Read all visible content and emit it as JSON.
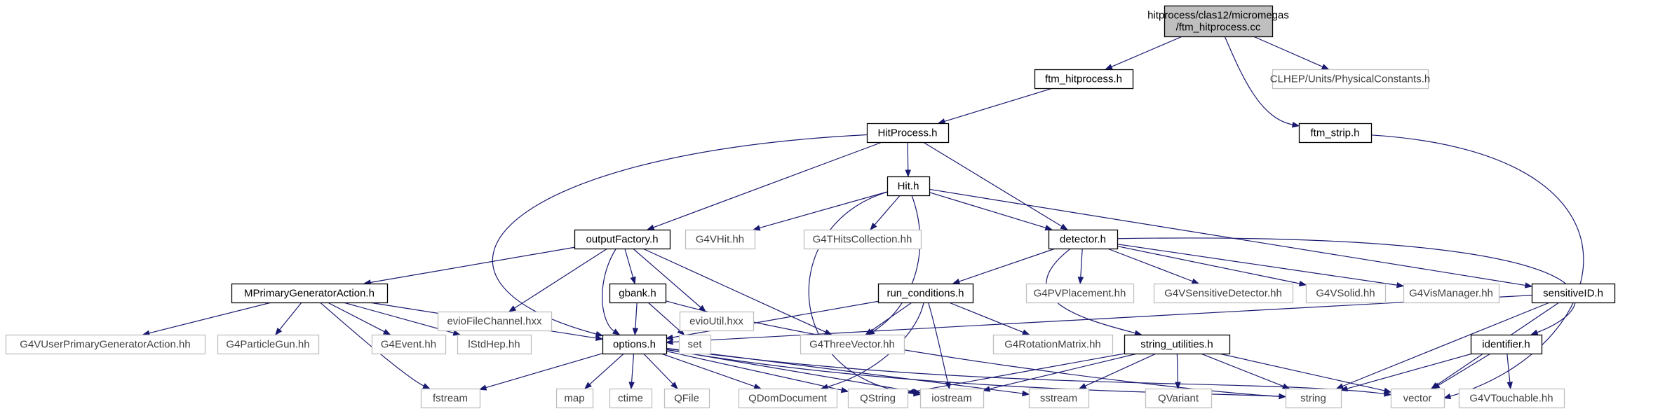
{
  "diagram": {
    "type": "include-dependency-graph",
    "colors": {
      "edge": "#191970",
      "root_fill": "#bfbfbf",
      "node_border": "#000000",
      "external_border": "#bfbfbf",
      "node_text": "#000000",
      "external_text": "#404040"
    },
    "nodes": [
      {
        "id": "root",
        "lines": [
          "hitprocess/clas12/micromegas",
          "/ftm_hitprocess.cc"
        ],
        "kind": "root"
      },
      {
        "id": "ftm_hitprocess_h",
        "lines": [
          "ftm_hitprocess.h"
        ],
        "kind": "local"
      },
      {
        "id": "clhep_units",
        "lines": [
          "CLHEP/Units/PhysicalConstants.h"
        ],
        "kind": "external"
      },
      {
        "id": "ftm_strip_h",
        "lines": [
          "ftm_strip.h"
        ],
        "kind": "local"
      },
      {
        "id": "hitprocess_h",
        "lines": [
          "HitProcess.h"
        ],
        "kind": "local"
      },
      {
        "id": "hit_h",
        "lines": [
          "Hit.h"
        ],
        "kind": "local"
      },
      {
        "id": "outputfactory_h",
        "lines": [
          "outputFactory.h"
        ],
        "kind": "local"
      },
      {
        "id": "g4vhit_hh",
        "lines": [
          "G4VHit.hh"
        ],
        "kind": "external"
      },
      {
        "id": "g4thitscollection_hh",
        "lines": [
          "G4THitsCollection.hh"
        ],
        "kind": "external"
      },
      {
        "id": "detector_h",
        "lines": [
          "detector.h"
        ],
        "kind": "local"
      },
      {
        "id": "mprimarygeneratoraction_h",
        "lines": [
          "MPrimaryGeneratorAction.h"
        ],
        "kind": "local"
      },
      {
        "id": "gbank_h",
        "lines": [
          "gbank.h"
        ],
        "kind": "local"
      },
      {
        "id": "eviofilechannel_hxx",
        "lines": [
          "evioFileChannel.hxx"
        ],
        "kind": "external"
      },
      {
        "id": "evioutil_hxx",
        "lines": [
          "evioUtil.hxx"
        ],
        "kind": "external"
      },
      {
        "id": "run_conditions_h",
        "lines": [
          "run_conditions.h"
        ],
        "kind": "local"
      },
      {
        "id": "g4pvplacement_hh",
        "lines": [
          "G4PVPlacement.hh"
        ],
        "kind": "external"
      },
      {
        "id": "g4vsensitivedetector_hh",
        "lines": [
          "G4VSensitiveDetector.hh"
        ],
        "kind": "external"
      },
      {
        "id": "g4vsolid_hh",
        "lines": [
          "G4VSolid.hh"
        ],
        "kind": "external"
      },
      {
        "id": "g4vismanager_hh",
        "lines": [
          "G4VisManager.hh"
        ],
        "kind": "external"
      },
      {
        "id": "sensitiveid_h",
        "lines": [
          "sensitiveID.h"
        ],
        "kind": "local"
      },
      {
        "id": "g4vuserprimarygeneratoraction_hh",
        "lines": [
          "G4VUserPrimaryGeneratorAction.hh"
        ],
        "kind": "external"
      },
      {
        "id": "g4particlegun_hh",
        "lines": [
          "G4ParticleGun.hh"
        ],
        "kind": "external"
      },
      {
        "id": "g4event_hh",
        "lines": [
          "G4Event.hh"
        ],
        "kind": "external"
      },
      {
        "id": "lstdhep_hh",
        "lines": [
          "lStdHep.hh"
        ],
        "kind": "external"
      },
      {
        "id": "options_h",
        "lines": [
          "options.h"
        ],
        "kind": "local"
      },
      {
        "id": "set",
        "lines": [
          "set"
        ],
        "kind": "external"
      },
      {
        "id": "g4threevector_hh",
        "lines": [
          "G4ThreeVector.hh"
        ],
        "kind": "external"
      },
      {
        "id": "g4rotationmatrix_hh",
        "lines": [
          "G4RotationMatrix.hh"
        ],
        "kind": "external"
      },
      {
        "id": "string_utilities_h",
        "lines": [
          "string_utilities.h"
        ],
        "kind": "local"
      },
      {
        "id": "identifier_h",
        "lines": [
          "identifier.h"
        ],
        "kind": "local"
      },
      {
        "id": "fstream",
        "lines": [
          "fstream"
        ],
        "kind": "external"
      },
      {
        "id": "map",
        "lines": [
          "map"
        ],
        "kind": "external"
      },
      {
        "id": "ctime",
        "lines": [
          "ctime"
        ],
        "kind": "external"
      },
      {
        "id": "qfile",
        "lines": [
          "QFile"
        ],
        "kind": "external"
      },
      {
        "id": "qdomdocument",
        "lines": [
          "QDomDocument"
        ],
        "kind": "external"
      },
      {
        "id": "qstring",
        "lines": [
          "QString"
        ],
        "kind": "external"
      },
      {
        "id": "iostream",
        "lines": [
          "iostream"
        ],
        "kind": "external"
      },
      {
        "id": "sstream",
        "lines": [
          "sstream"
        ],
        "kind": "external"
      },
      {
        "id": "qvariant",
        "lines": [
          "QVariant"
        ],
        "kind": "external"
      },
      {
        "id": "string",
        "lines": [
          "string"
        ],
        "kind": "external"
      },
      {
        "id": "vector",
        "lines": [
          "vector"
        ],
        "kind": "external"
      },
      {
        "id": "g4vtouchable_hh",
        "lines": [
          "G4VTouchable.hh"
        ],
        "kind": "external"
      }
    ],
    "edges": [
      {
        "from": "root",
        "to": "ftm_hitprocess_h"
      },
      {
        "from": "root",
        "to": "clhep_units"
      },
      {
        "from": "root",
        "to": "ftm_strip_h"
      },
      {
        "from": "ftm_hitprocess_h",
        "to": "hitprocess_h"
      },
      {
        "from": "ftm_strip_h",
        "to": "vector"
      },
      {
        "from": "hitprocess_h",
        "to": "hit_h"
      },
      {
        "from": "hitprocess_h",
        "to": "outputfactory_h"
      },
      {
        "from": "hitprocess_h",
        "to": "detector_h"
      },
      {
        "from": "hitprocess_h",
        "to": "options_h"
      },
      {
        "from": "hit_h",
        "to": "g4vhit_hh"
      },
      {
        "from": "hit_h",
        "to": "g4thitscollection_hh"
      },
      {
        "from": "hit_h",
        "to": "detector_h"
      },
      {
        "from": "hit_h",
        "to": "sensitiveid_h"
      },
      {
        "from": "hit_h",
        "to": "g4threevector_hh"
      },
      {
        "from": "hit_h",
        "to": "iostream"
      },
      {
        "from": "outputfactory_h",
        "to": "mprimarygeneratoraction_h"
      },
      {
        "from": "outputfactory_h",
        "to": "gbank_h"
      },
      {
        "from": "outputfactory_h",
        "to": "eviofilechannel_hxx"
      },
      {
        "from": "outputfactory_h",
        "to": "evioutil_hxx"
      },
      {
        "from": "outputfactory_h",
        "to": "options_h"
      },
      {
        "from": "outputfactory_h",
        "to": "g4threevector_hh"
      },
      {
        "from": "detector_h",
        "to": "run_conditions_h"
      },
      {
        "from": "detector_h",
        "to": "g4pvplacement_hh"
      },
      {
        "from": "detector_h",
        "to": "g4vsensitivedetector_hh"
      },
      {
        "from": "detector_h",
        "to": "g4vsolid_hh"
      },
      {
        "from": "detector_h",
        "to": "g4vismanager_hh"
      },
      {
        "from": "detector_h",
        "to": "string_utilities_h"
      },
      {
        "from": "detector_h",
        "to": "identifier_h"
      },
      {
        "from": "mprimarygeneratoraction_h",
        "to": "g4vuserprimarygeneratoraction_hh"
      },
      {
        "from": "mprimarygeneratoraction_h",
        "to": "g4particlegun_hh"
      },
      {
        "from": "mprimarygeneratoraction_h",
        "to": "g4event_hh"
      },
      {
        "from": "mprimarygeneratoraction_h",
        "to": "lstdhep_hh"
      },
      {
        "from": "mprimarygeneratoraction_h",
        "to": "options_h"
      },
      {
        "from": "mprimarygeneratoraction_h",
        "to": "fstream"
      },
      {
        "from": "gbank_h",
        "to": "options_h"
      },
      {
        "from": "gbank_h",
        "to": "set"
      },
      {
        "from": "gbank_h",
        "to": "string"
      },
      {
        "from": "run_conditions_h",
        "to": "options_h"
      },
      {
        "from": "run_conditions_h",
        "to": "g4threevector_hh"
      },
      {
        "from": "run_conditions_h",
        "to": "g4rotationmatrix_hh"
      },
      {
        "from": "run_conditions_h",
        "to": "iostream"
      },
      {
        "from": "run_conditions_h",
        "to": "qdomdocument"
      },
      {
        "from": "sensitiveid_h",
        "to": "options_h"
      },
      {
        "from": "sensitiveid_h",
        "to": "string"
      },
      {
        "from": "sensitiveid_h",
        "to": "vector"
      },
      {
        "from": "string_utilities_h",
        "to": "string"
      },
      {
        "from": "string_utilities_h",
        "to": "vector"
      },
      {
        "from": "string_utilities_h",
        "to": "iostream"
      },
      {
        "from": "string_utilities_h",
        "to": "sstream"
      },
      {
        "from": "string_utilities_h",
        "to": "qvariant"
      },
      {
        "from": "string_utilities_h",
        "to": "qstring"
      },
      {
        "from": "identifier_h",
        "to": "string"
      },
      {
        "from": "identifier_h",
        "to": "vector"
      },
      {
        "from": "identifier_h",
        "to": "g4vtouchable_hh"
      },
      {
        "from": "options_h",
        "to": "fstream"
      },
      {
        "from": "options_h",
        "to": "map"
      },
      {
        "from": "options_h",
        "to": "ctime"
      },
      {
        "from": "options_h",
        "to": "qfile"
      },
      {
        "from": "options_h",
        "to": "qdomdocument"
      },
      {
        "from": "options_h",
        "to": "qstring"
      },
      {
        "from": "options_h",
        "to": "iostream"
      },
      {
        "from": "options_h",
        "to": "sstream"
      },
      {
        "from": "options_h",
        "to": "string"
      },
      {
        "from": "options_h",
        "to": "vector"
      }
    ]
  }
}
